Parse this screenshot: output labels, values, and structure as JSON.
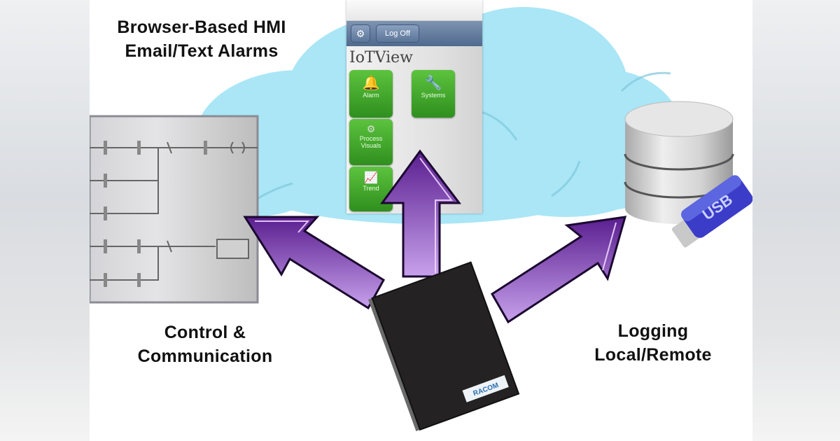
{
  "labels": {
    "hmi_line1": "Browser-Based HMI",
    "hmi_line2": "Email/Text Alarms",
    "control_line1": "Control &",
    "control_line2": "Communication",
    "logging_line1": "Logging",
    "logging_line2": "Local/Remote"
  },
  "phone": {
    "logoff_label": "Log Off",
    "brand": "IoTView",
    "tiles": [
      {
        "label": "Alarm",
        "icon": "bell-icon"
      },
      {
        "label": "Systems",
        "icon": "wrench-icon"
      },
      {
        "label": "Process Visuals",
        "icon": "process-icon"
      },
      {
        "label": "Trend",
        "icon": "chart-icon"
      }
    ]
  },
  "usb": {
    "label": "USB"
  },
  "device": {
    "badge": "RACOM"
  },
  "colors": {
    "arrow_fill": "#6a2fa0",
    "arrow_light": "#b98fe0",
    "cloud": "#a9e6f7",
    "tile_green": "#3aa326"
  }
}
